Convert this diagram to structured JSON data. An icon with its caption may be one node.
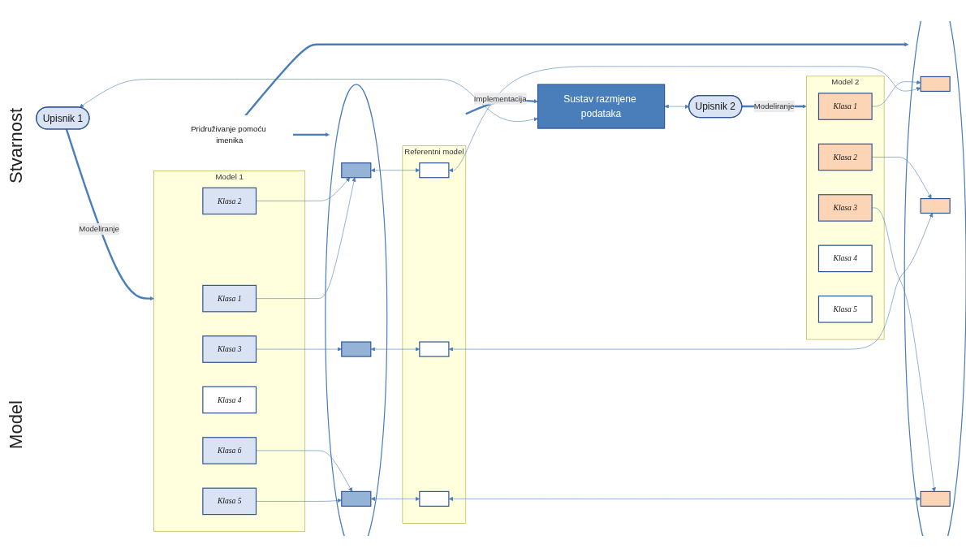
{
  "diagram": {
    "nodes": [
      {
        "text": [
          "Upisnik 1"
        ]
      },
      {
        "text": [
          "Sustav razmjene podataka"
        ]
      },
      {
        "text": [
          "Upisnik 2"
        ]
      },
      {
        "text": [
          "Model 1"
        ]
      },
      {
        "text": [
          "Klasa 1"
        ],
        "in": 3
      },
      {
        "text": [
          "Klasa 2"
        ],
        "in": 3
      },
      {
        "text": [
          "Klasa 3"
        ],
        "in": 3
      },
      {
        "text": [
          "Klasa 4"
        ],
        "in": 3
      },
      {
        "text": [
          "Klasa 5"
        ],
        "in": 3
      },
      {
        "text": [
          "Klasa 6"
        ],
        "in": 3
      },
      {
        "text": [],
        "shape": "circle"
      },
      {
        "text": [],
        "shape": "box",
        "in": 10
      },
      {
        "text": [],
        "shape": "box",
        "in": 10
      },
      {
        "text": [],
        "shape": "box",
        "in": 10
      },
      {
        "text": [
          "Referentni model"
        ]
      },
      {
        "text": [],
        "shape": "bar",
        "in": 14
      },
      {
        "text": [],
        "shape": "bar",
        "in": 14
      },
      {
        "text": [],
        "shape": "bar",
        "in": 14
      },
      {
        "text": [],
        "shape": "circle"
      },
      {
        "text": [],
        "shape": "box",
        "in": 18
      },
      {
        "text": [],
        "shape": "box",
        "in": 18
      },
      {
        "text": [],
        "shape": "box",
        "in": 18
      },
      {
        "text": [
          "Model 2"
        ]
      },
      {
        "text": [
          "Klasa 1"
        ],
        "in": 22
      },
      {
        "text": [
          "Klasa 2"
        ],
        "in": 22
      },
      {
        "text": [
          "Klasa 3"
        ],
        "in": 22
      },
      {
        "text": [
          "Klasa 4"
        ],
        "in": 22
      },
      {
        "text": [
          "Klasa 5"
        ],
        "in": 22
      },
      {
        "text": [
          "Pridruživanje pomoću imenika"
        ]
      }
    ],
    "edges": [
      {
        "from": 0,
        "to": 1,
        "arrow": "both"
      },
      {
        "from": 1,
        "to": 2,
        "arrow": "both"
      },
      {
        "from": 0,
        "to": 3,
        "arrow": "to",
        "label": "Modeliranje",
        "style": "thick"
      },
      {
        "from": 2,
        "to": 22,
        "arrow": "to",
        "label": "Modeliranje",
        "style": "thick"
      },
      {
        "from": 14,
        "to": 1,
        "arrow": "to",
        "label": "Implementacija",
        "style": "thick"
      },
      {
        "from": 4,
        "to": 11,
        "arrow": "to"
      },
      {
        "from": 5,
        "to": 11,
        "arrow": "to"
      },
      {
        "from": 6,
        "to": 12,
        "arrow": "to"
      },
      {
        "from": 8,
        "to": 13,
        "arrow": "to"
      },
      {
        "from": 9,
        "to": 13,
        "arrow": "to"
      },
      {
        "from": 11,
        "to": 15,
        "arrow": "both"
      },
      {
        "from": 12,
        "to": 16,
        "arrow": "both"
      },
      {
        "from": 13,
        "to": 17,
        "arrow": "both"
      },
      {
        "from": 15,
        "to": 19,
        "arrow": "both"
      },
      {
        "from": 16,
        "to": 20,
        "arrow": "both"
      },
      {
        "from": 17,
        "to": 21,
        "arrow": "both"
      },
      {
        "from": 23,
        "to": 19,
        "arrow": "to"
      },
      {
        "from": 24,
        "to": 20,
        "arrow": "to"
      },
      {
        "from": 25,
        "to": 21,
        "arrow": "to"
      },
      {
        "from": 28,
        "to": 10,
        "arrow": "to",
        "style": "thick"
      },
      {
        "from": 28,
        "to": 18,
        "arrow": "to",
        "style": "thick"
      }
    ],
    "labels": [
      "Stvarnost",
      "Model"
    ]
  }
}
